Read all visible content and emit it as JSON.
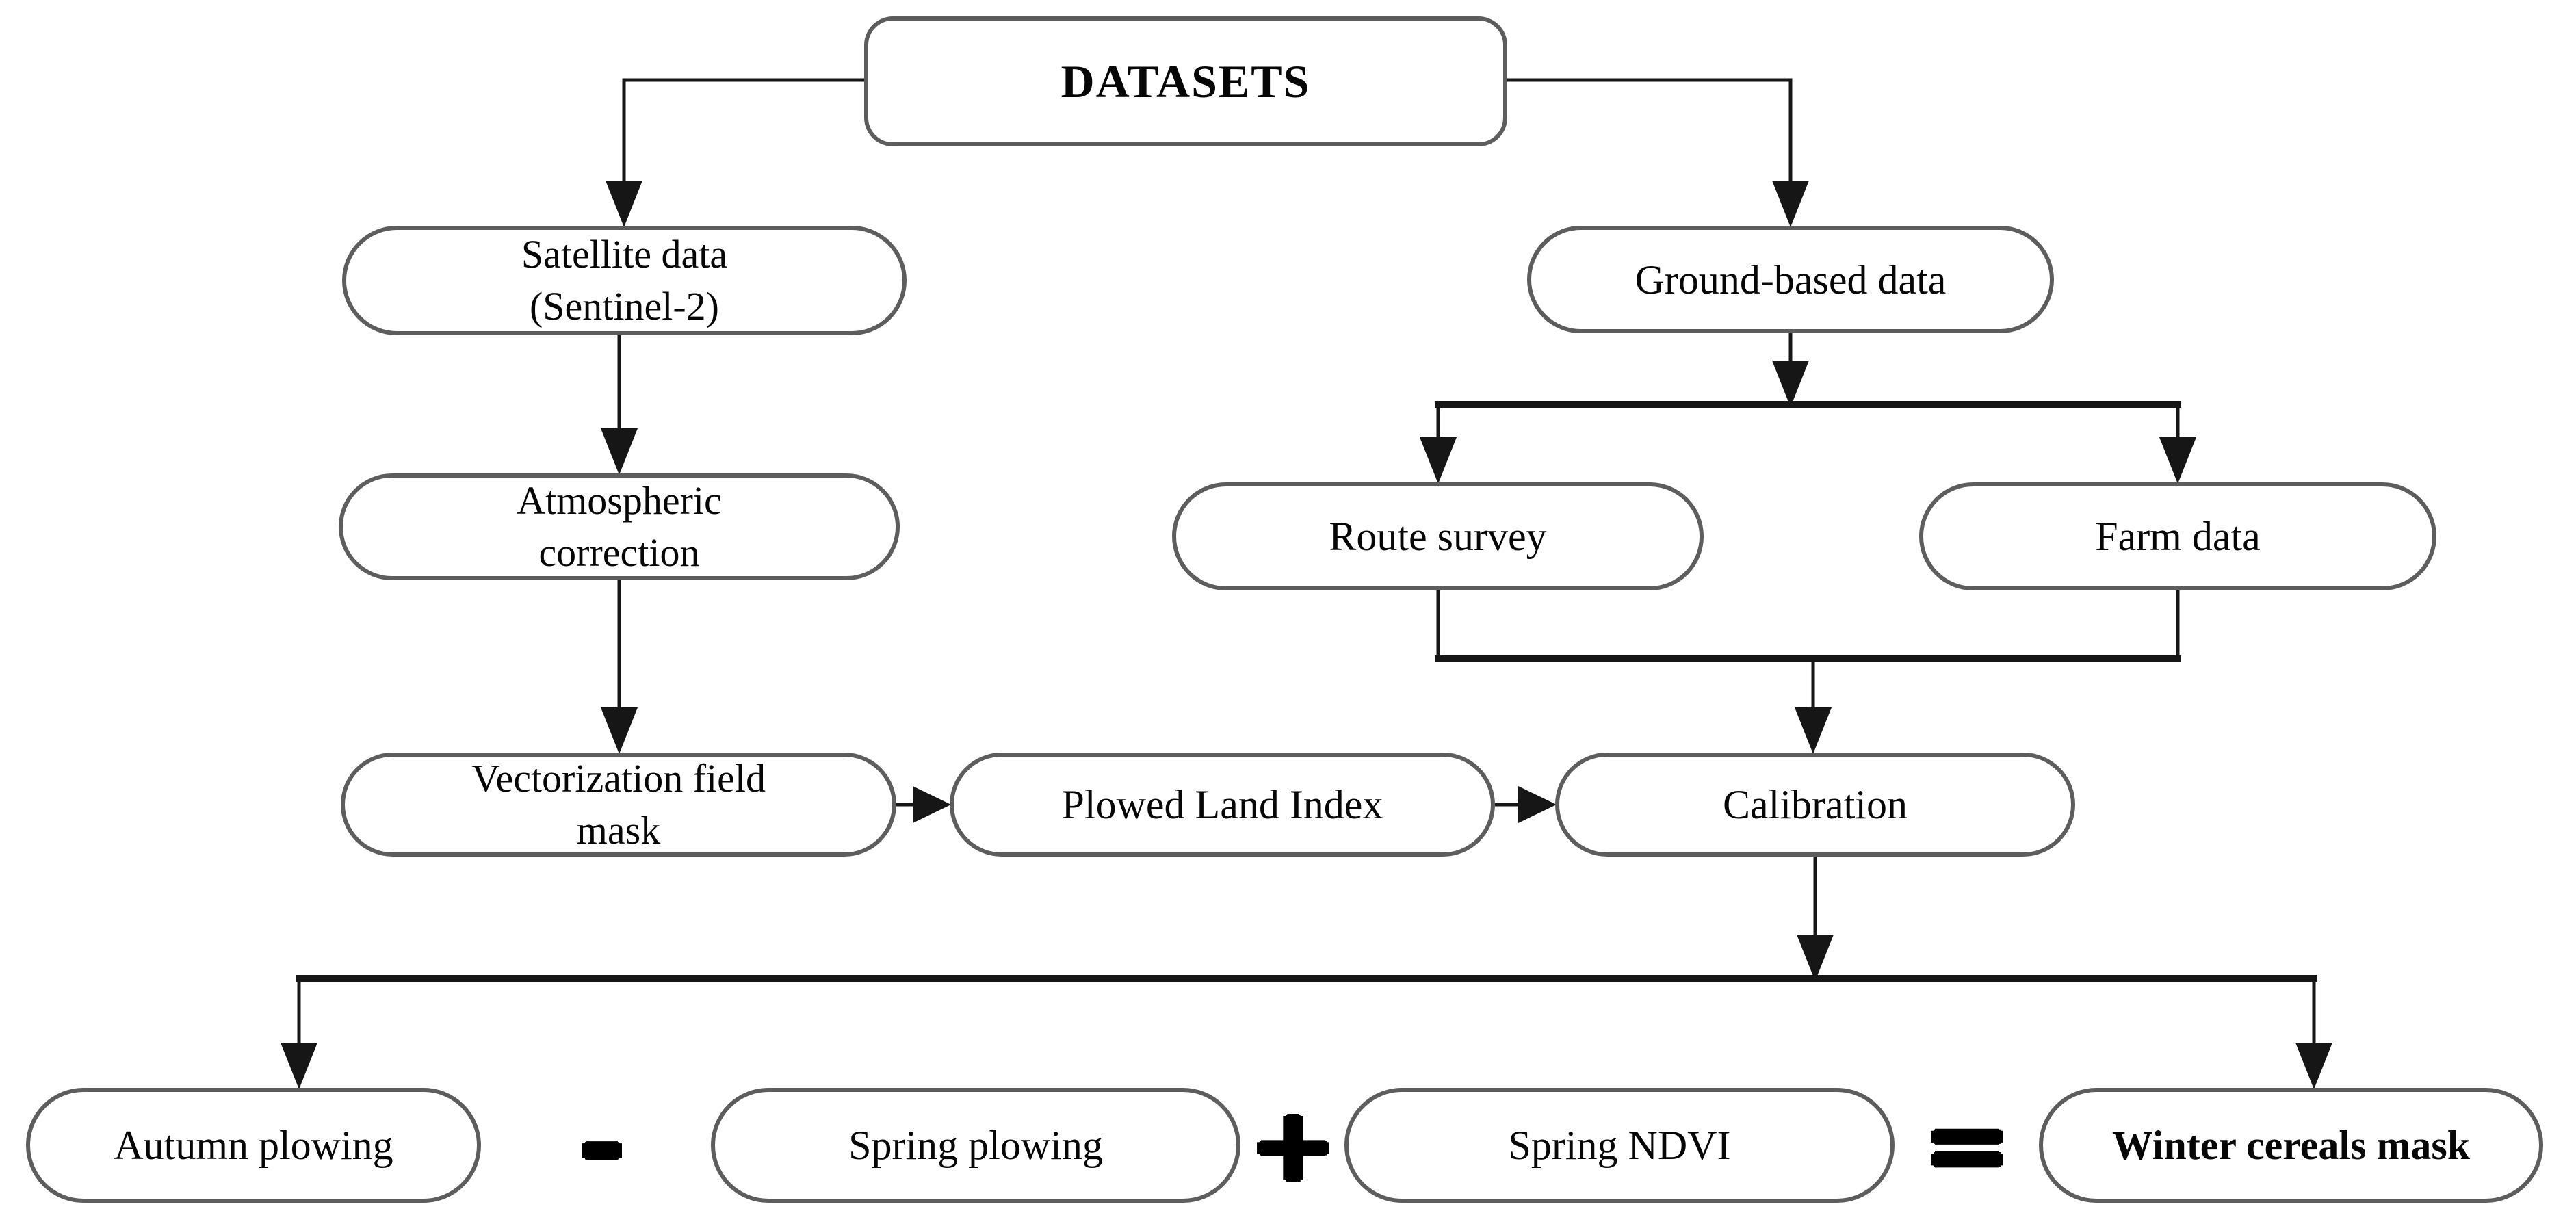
{
  "diagram": {
    "title": "DATASETS",
    "nodes": {
      "datasets": {
        "label": "DATASETS"
      },
      "satellite": {
        "line1": "Satellite data",
        "line2": "(Sentinel-2)"
      },
      "ground": {
        "label": "Ground-based data"
      },
      "atmospheric": {
        "line1": "Atmospheric",
        "line2": "correction"
      },
      "route": {
        "label": "Route survey"
      },
      "farm": {
        "label": "Farm data"
      },
      "vectorization": {
        "line1": "Vectorization field",
        "line2": "mask"
      },
      "plowed": {
        "label": "Plowed Land Index"
      },
      "calibration": {
        "label": "Calibration"
      },
      "autumn": {
        "label": "Autumn plowing"
      },
      "spring_plowing": {
        "label": "Spring plowing"
      },
      "spring_ndvi": {
        "label": "Spring NDVI"
      },
      "winter": {
        "label": "Winter cereals mask"
      }
    },
    "operators": {
      "minus": "-",
      "plus": "+",
      "equals": "="
    },
    "equation": "Autumn plowing - Spring plowing + Spring NDVI = Winter cereals mask",
    "edges": [
      {
        "from": "DATASETS",
        "to": "Satellite data (Sentinel-2)"
      },
      {
        "from": "DATASETS",
        "to": "Ground-based data"
      },
      {
        "from": "Satellite data (Sentinel-2)",
        "to": "Atmospheric correction"
      },
      {
        "from": "Atmospheric correction",
        "to": "Vectorization field mask"
      },
      {
        "from": "Vectorization field mask",
        "to": "Plowed Land Index"
      },
      {
        "from": "Plowed Land Index",
        "to": "Calibration"
      },
      {
        "from": "Ground-based data",
        "to": "Route survey"
      },
      {
        "from": "Ground-based data",
        "to": "Farm data"
      },
      {
        "from": "Route survey",
        "to": "Calibration"
      },
      {
        "from": "Farm data",
        "to": "Calibration"
      },
      {
        "from": "Calibration",
        "to": "Autumn plowing"
      },
      {
        "from": "Calibration",
        "to": "Winter cereals mask"
      }
    ],
    "colors": {
      "background": "#ffffff",
      "node_border": "#5d5d5d",
      "line": "#161616",
      "text": "#000000"
    }
  }
}
